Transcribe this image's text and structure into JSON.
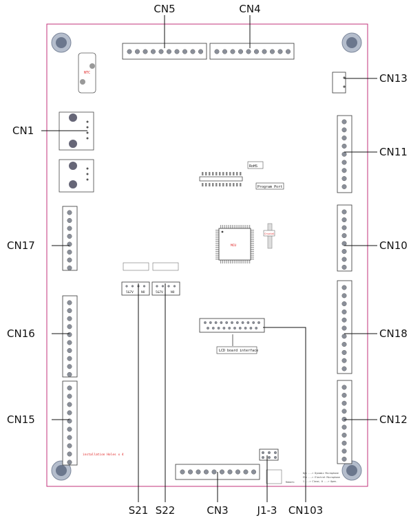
{
  "callouts": {
    "cn5": "CN5",
    "cn4": "CN4",
    "cn13": "CN13",
    "cn1": "CN1",
    "cn11": "CN11",
    "cn17": "CN17",
    "cn10": "CN10",
    "cn16": "CN16",
    "cn18": "CN18",
    "cn15": "CN15",
    "cn12": "CN12",
    "s21": "S21",
    "s22": "S22",
    "cn3": "CN3",
    "j1_3": "J1-3",
    "cn103": "CN103"
  },
  "board": {
    "rohs": "RoHS",
    "program_port": "Program Port",
    "mcu": "MCU",
    "crystal": "Crystal",
    "lcd_interface": "LCD board interface",
    "ntc": "NTC",
    "installation_holes": "installation Holes x 4",
    "switch_dc5v": "5&7V",
    "switch_no": "NO",
    "remark_label": "Remark:",
    "remark_1": "Dyn ---> Dynamic Microphone",
    "remark_2": "Ele ---> Electret Microphone",
    "remark_3": "1 ---> Close;   0 ---> Open."
  },
  "colors": {
    "board_outline": "#c0307a",
    "hole_outer": "#9aa6b8",
    "hole_inner": "#5e6a80",
    "callout_line": "#111111",
    "accent_red": "#e02020"
  }
}
